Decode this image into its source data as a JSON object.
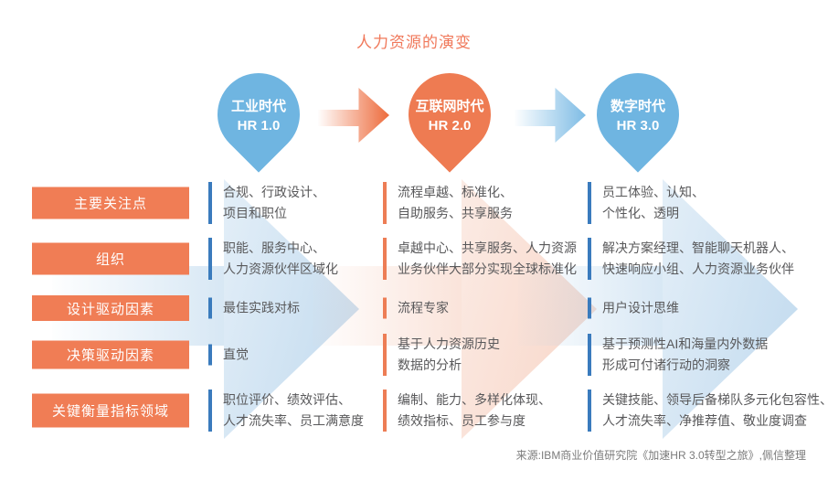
{
  "title": "人力资源的演变",
  "colors": {
    "accent_orange": "#F07D55",
    "drop_blue": "#6FB5E1",
    "drop_orange": "#EE7B52",
    "bar_blue": "#3A7BBD",
    "bar_orange": "#ED7D55",
    "arrow_orange": "#ED6B3C",
    "arrow_blue": "#7EBCE5",
    "title_color": "#F0785A",
    "body_text": "#58585A",
    "source_text": "#7B7B7B"
  },
  "eras": [
    {
      "name": "工业时代",
      "version": "HR 1.0"
    },
    {
      "name": "互联网时代",
      "version": "HR 2.0"
    },
    {
      "name": "数字时代",
      "version": "HR 3.0"
    }
  ],
  "rows": [
    {
      "label": "主要关注点",
      "cells": [
        [
          "合规、行政设计、",
          "项目和职位"
        ],
        [
          "流程卓越、标准化、",
          "自助服务、共享服务"
        ],
        [
          "员工体验、认知、",
          "个性化、透明"
        ]
      ]
    },
    {
      "label": "组织",
      "cells": [
        [
          "职能、服务中心、",
          "人力资源伙伴区域化"
        ],
        [
          "卓越中心、共享服务、人力资源",
          "业务伙伴大部分实现全球标准化"
        ],
        [
          "解决方案经理、智能聊天机器人、",
          "快速响应小组、人力资源业务伙伴"
        ]
      ]
    },
    {
      "label": "设计驱动因素",
      "cells": [
        [
          "最佳实践对标"
        ],
        [
          "流程专家"
        ],
        [
          "用户设计思维"
        ]
      ]
    },
    {
      "label": "决策驱动因素",
      "cells": [
        [
          "直觉"
        ],
        [
          "基于人力资源历史",
          "数据的分析"
        ],
        [
          "基于预测性AI和海量内外数据",
          "形成可付诸行动的洞察"
        ]
      ]
    },
    {
      "label": "关键衡量指标领域",
      "cells": [
        [
          "职位评价、绩效评估、",
          "人才流失率、员工满意度"
        ],
        [
          "编制、能力、多样化体现、",
          "绩效指标、员工参与度"
        ],
        [
          "关键技能、领导后备梯队多元化包容性、",
          "人才流失率、净推荐值、敬业度调查"
        ]
      ]
    }
  ],
  "source": "来源:IBM商业价值研究院《加速HR 3.0转型之旅》,佩信整理"
}
